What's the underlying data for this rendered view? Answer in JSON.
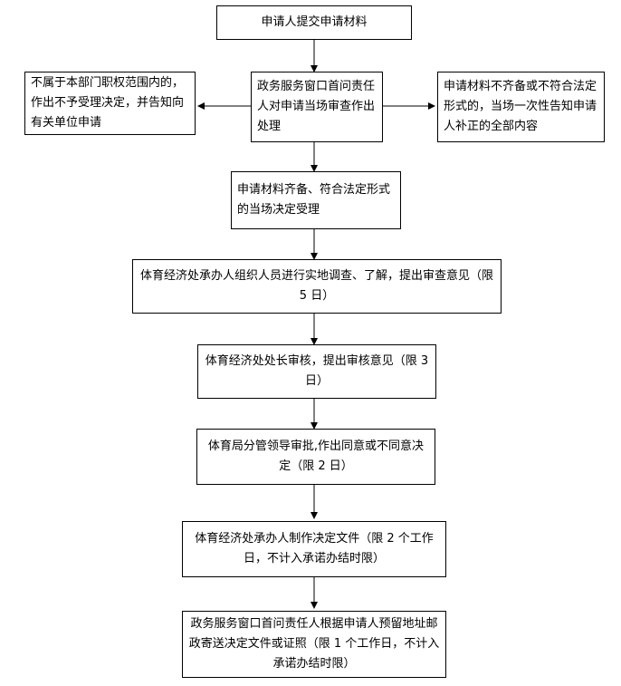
{
  "flowchart": {
    "nodes": {
      "submit": "申请人提交申请材料",
      "review": "政务服务窗口首问责任人对申请当场审查作出处理",
      "reject": "不属于本部门职权范围内的，作出不予受理决定，并告知向有关单位申请",
      "supplement": "申请材料不齐备或不符合法定形式的，当场一次性告知申请人补正的全部内容",
      "accept": "申请材料齐备、符合法定形式的当场决定受理",
      "investigate": "体育经济处承办人组织人员进行实地调查、了解，提出审查意见（限 5 日）",
      "chief_review": "体育经济处处长审核，提出审核意见（限 3 日）",
      "leader_approve": "体育局分管领导审批,作出同意或不同意决定（限 2 日）",
      "draft_decision": "体育经济处承办人制作决定文件（限 2 个工作日，不计入承诺办结时限）",
      "deliver": "政务服务窗口首问责任人根据申请人预留地址邮政寄送决定文件或证照（限 1 个工作日，不计入承诺办结时限）"
    }
  }
}
